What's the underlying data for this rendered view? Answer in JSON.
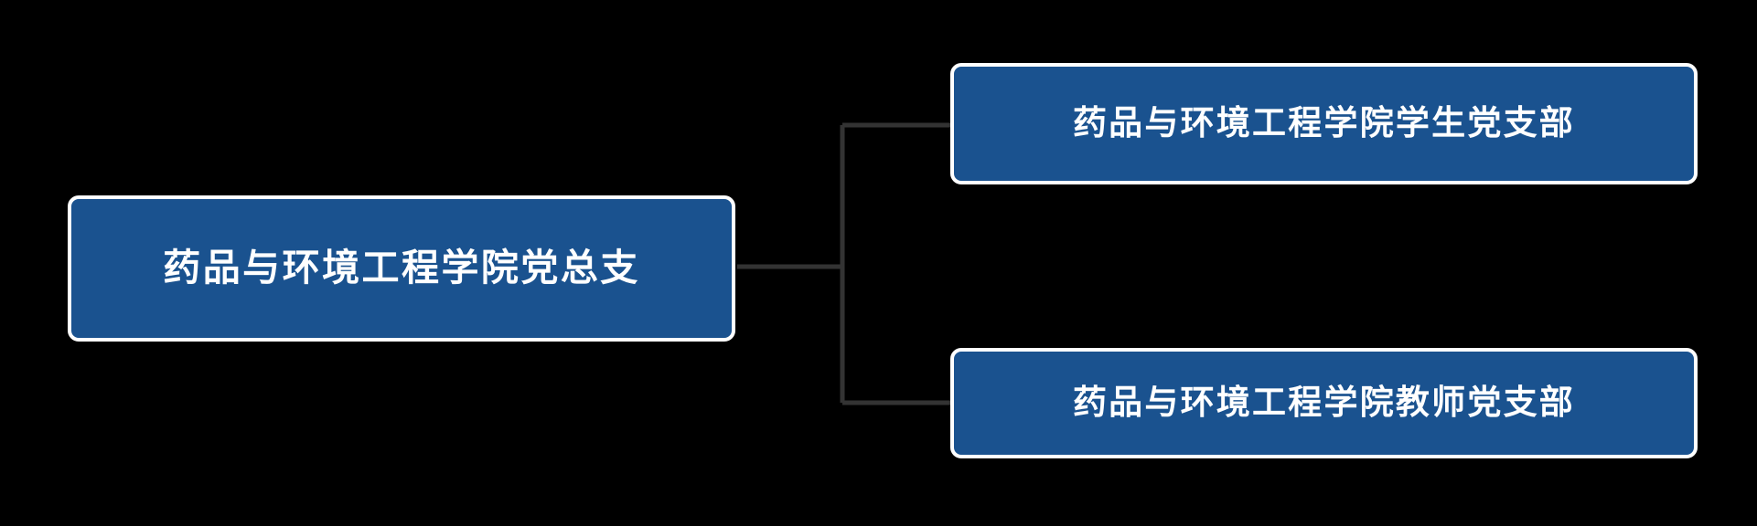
{
  "diagram": {
    "type": "org-chart",
    "orientation": "left-to-right",
    "background_color": "#000000",
    "node_fill_color": "#1a528f",
    "node_border_color": "#ffffff",
    "node_text_color": "#ffffff",
    "connector_color": "#333333",
    "root": {
      "id": "root",
      "label": "药品与环境工程学院党总支"
    },
    "children": [
      {
        "id": "child-student",
        "label": "药品与环境工程学院学生党支部"
      },
      {
        "id": "child-teacher",
        "label": "药品与环境工程学院教师党支部"
      }
    ]
  }
}
